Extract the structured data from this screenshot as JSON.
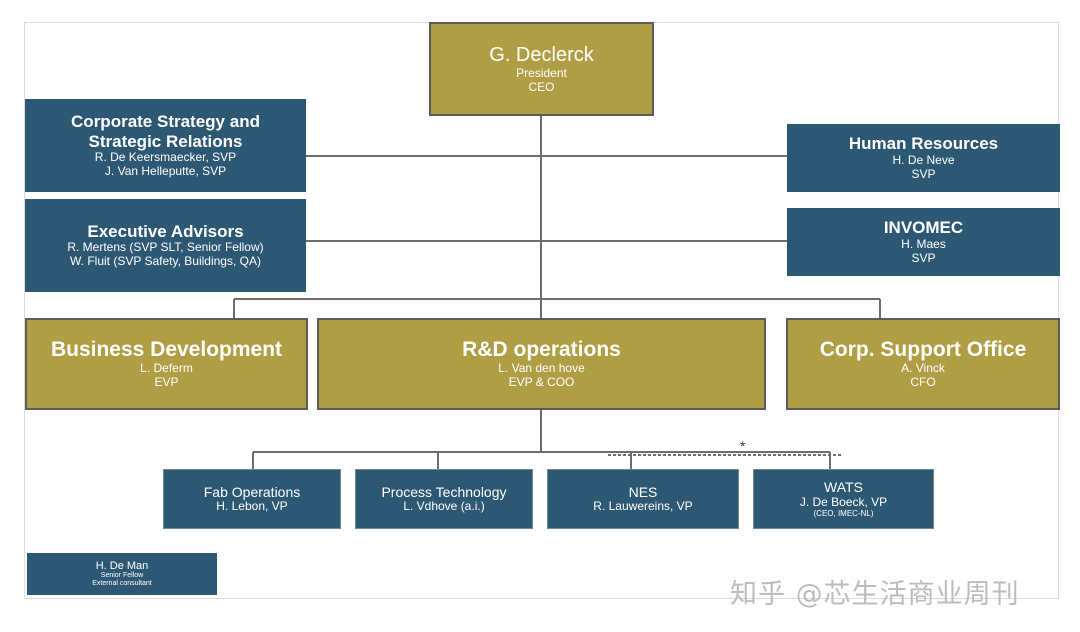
{
  "ceo": {
    "name": "G. Declerck",
    "line1": "President",
    "line2": "CEO"
  },
  "corporate_strategy": {
    "title_line1": "Corporate Strategy and",
    "title_line2": "Strategic Relations",
    "line1": "R. De Keersmaecker, SVP",
    "line2": "J. Van Helleputte, SVP"
  },
  "executive_advisors": {
    "title": "Executive Advisors",
    "line1": "R. Mertens (SVP SLT, Senior Fellow)",
    "line2": "W. Fluit  (SVP Safety, Buildings, QA)"
  },
  "human_resources": {
    "title": "Human Resources",
    "line1": "H. De Neve",
    "line2": "SVP"
  },
  "invomec": {
    "title": "INVOMEC",
    "line1": "H. Maes",
    "line2": "SVP"
  },
  "business_development": {
    "title": "Business Development",
    "line1": "L. Deferm",
    "line2": "EVP"
  },
  "rd_operations": {
    "title": "R&D operations",
    "line1": "L. Van den hove",
    "line2": "EVP & COO"
  },
  "corp_support": {
    "title": "Corp. Support Office",
    "line1": "A. Vinck",
    "line2": "CFO"
  },
  "fab_operations": {
    "title": "Fab Operations",
    "line1": "H. Lebon, VP"
  },
  "process_technology": {
    "title": "Process Technology",
    "line1": "L. Vdhove (a.i.)"
  },
  "nes": {
    "title": "NES",
    "line1": "R. Lauwereins, VP"
  },
  "wats": {
    "title": "WATS",
    "line1": "J. De Boeck, VP",
    "line2": "(CEO, IMEC-NL)"
  },
  "de_man": {
    "name": "H. De Man",
    "line1": "Senior Fellow",
    "line2": "External consultant"
  },
  "footnote_mark": "*",
  "watermark": "知乎 @芯生活商业周刊",
  "colors": {
    "navy": "#2c5874",
    "gold": "#b09e45",
    "line": "#6d6d6d"
  }
}
